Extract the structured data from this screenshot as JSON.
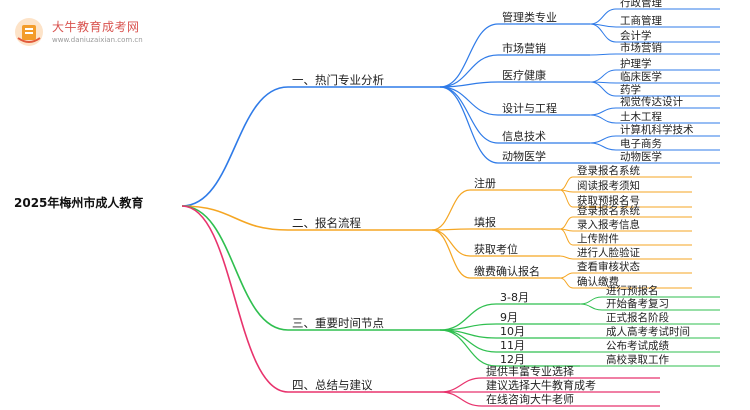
{
  "brand": {
    "name": "大牛教育成考网",
    "url": "www.daniuzaixian.com.cn"
  },
  "colors": {
    "root_text": "#111111",
    "branch_blue": "#2f7be8",
    "branch_orange": "#f5a623",
    "branch_green": "#2fbf4f",
    "branch_magenta": "#e8336d"
  },
  "root": "2025年梅州市成人教育",
  "branches": [
    {
      "label": "一、热门专业分析",
      "color": "branch_blue",
      "children": [
        {
          "label": "管理类专业",
          "children": [
            "行政管理",
            "工商管理",
            "会计学"
          ]
        },
        {
          "label": "市场营销",
          "children": [
            "市场营销"
          ]
        },
        {
          "label": "医疗健康",
          "children": [
            "护理学",
            "临床医学",
            "药学"
          ]
        },
        {
          "label": "设计与工程",
          "children": [
            "视觉传达设计",
            "土木工程"
          ]
        },
        {
          "label": "信息技术",
          "children": [
            "计算机科学技术",
            "电子商务"
          ]
        },
        {
          "label": "动物医学",
          "children": [
            "动物医学"
          ]
        }
      ]
    },
    {
      "label": "二、报名流程",
      "color": "branch_orange",
      "children": [
        {
          "label": "注册",
          "children": [
            "登录报名系统",
            "阅读报考须知",
            "获取预报名号"
          ]
        },
        {
          "label": "填报",
          "children": [
            "登录报名系统",
            "录入报考信息",
            "上传附件"
          ]
        },
        {
          "label": "获取考位",
          "children": [
            "进行人脸验证"
          ]
        },
        {
          "label": "缴费确认报名",
          "children": [
            "查看审核状态",
            "确认缴费"
          ]
        }
      ]
    },
    {
      "label": "三、重要时间节点",
      "color": "branch_green",
      "children": [
        {
          "label": "3-8月",
          "children": [
            "进行预报名",
            "开始备考复习"
          ]
        },
        {
          "label": "9月",
          "children": [
            "正式报名阶段"
          ]
        },
        {
          "label": "10月",
          "children": [
            "成人高考考试时间"
          ]
        },
        {
          "label": "11月",
          "children": [
            "公布考试成绩"
          ]
        },
        {
          "label": "12月",
          "children": [
            "高校录取工作"
          ]
        }
      ]
    },
    {
      "label": "四、总结与建议",
      "color": "branch_magenta",
      "children": [
        {
          "label": "提供丰富专业选择",
          "children": []
        },
        {
          "label": "建议选择大牛教育成考",
          "children": []
        },
        {
          "label": "在线咨询大牛老师",
          "children": []
        }
      ]
    }
  ]
}
